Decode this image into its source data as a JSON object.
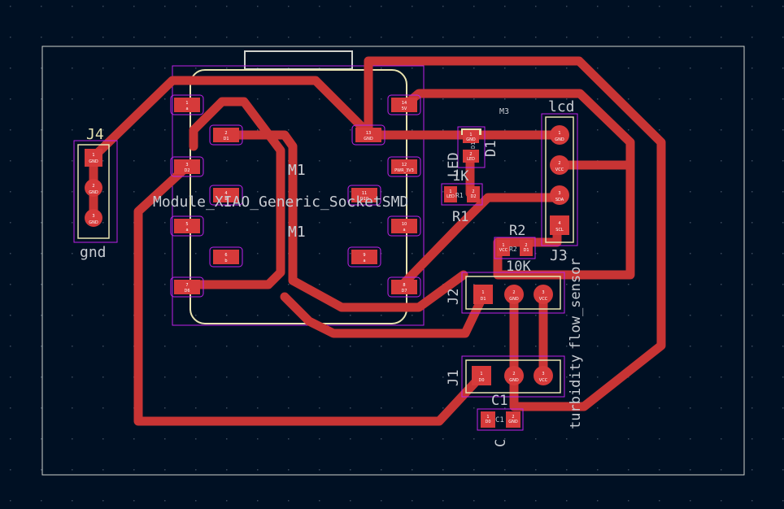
{
  "colors": {
    "background": "#001023",
    "grid_dot": "#3b4a5c",
    "edge_cuts": "#d0d2cd",
    "copper_track": "#c83434",
    "pad": "#d63a3a",
    "courtyard": "#c020e8",
    "silkscreen": "#f0eb9a",
    "reference_text": "#c8ccd2"
  },
  "module": {
    "value_label": "Module_XIAO_Generic_SocketSMD",
    "ref_top": "M1",
    "ref_fab": "M1",
    "pins": [
      {
        "num": "1",
        "name": "a"
      },
      {
        "num": "2",
        "name": "D1"
      },
      {
        "num": "3",
        "name": "D2"
      },
      {
        "num": "4",
        "name": "b"
      },
      {
        "num": "5",
        "name": "a"
      },
      {
        "num": "6",
        "name": "b"
      },
      {
        "num": "7",
        "name": "D6"
      },
      {
        "num": "8",
        "name": "D7"
      },
      {
        "num": "9",
        "name": "a"
      },
      {
        "num": "10",
        "name": "a"
      },
      {
        "num": "11",
        "name": "D10"
      },
      {
        "num": "12",
        "name": "PWR_3V3"
      },
      {
        "num": "13",
        "name": "GND"
      },
      {
        "num": "14",
        "name": "5V"
      }
    ]
  },
  "labels": {
    "m3": "M3",
    "lcd": "lcd",
    "j3": "J3",
    "j4": "J4",
    "gnd": "gnd",
    "d1_value": "LED",
    "d1_ref": "D1",
    "d1_fab": "D1",
    "r1_value": "1K",
    "r1_ref": "R1",
    "r1_fab": "R1",
    "r2_ref": "R2",
    "r2_fab": "R2",
    "r2_value": "10K",
    "j2": "J2",
    "j1": "J1",
    "c1": "C1",
    "c1_fab": "C1",
    "c1_value": "C",
    "flow_sensor": "flow_sensor",
    "turbidity": "turbidity"
  },
  "pads": {
    "j4": [
      {
        "num": "1",
        "name": "GND"
      },
      {
        "num": "2",
        "name": "GND"
      },
      {
        "num": "3",
        "name": "GND"
      }
    ],
    "lcd": [
      {
        "num": "1",
        "name": "GND"
      },
      {
        "num": "2",
        "name": "VCC"
      },
      {
        "num": "3",
        "name": "SDA"
      },
      {
        "num": "4",
        "name": "SCL"
      }
    ],
    "d1": [
      {
        "num": "1",
        "name": "GND"
      },
      {
        "num": "2",
        "name": "LED"
      }
    ],
    "r1": [
      {
        "num": "1",
        "name": "LED"
      },
      {
        "num": "2",
        "name": "D2"
      }
    ],
    "r2": [
      {
        "num": "1",
        "name": "VCC"
      },
      {
        "num": "2",
        "name": "D1"
      }
    ],
    "j2": [
      {
        "num": "1",
        "name": "D1"
      },
      {
        "num": "2",
        "name": "GND"
      },
      {
        "num": "3",
        "name": "VCC"
      }
    ],
    "j1": [
      {
        "num": "1",
        "name": "D0"
      },
      {
        "num": "2",
        "name": "GND"
      },
      {
        "num": "3",
        "name": "VCC"
      }
    ],
    "c1": [
      {
        "num": "1",
        "name": "D0"
      },
      {
        "num": "2",
        "name": "GND"
      }
    ]
  }
}
